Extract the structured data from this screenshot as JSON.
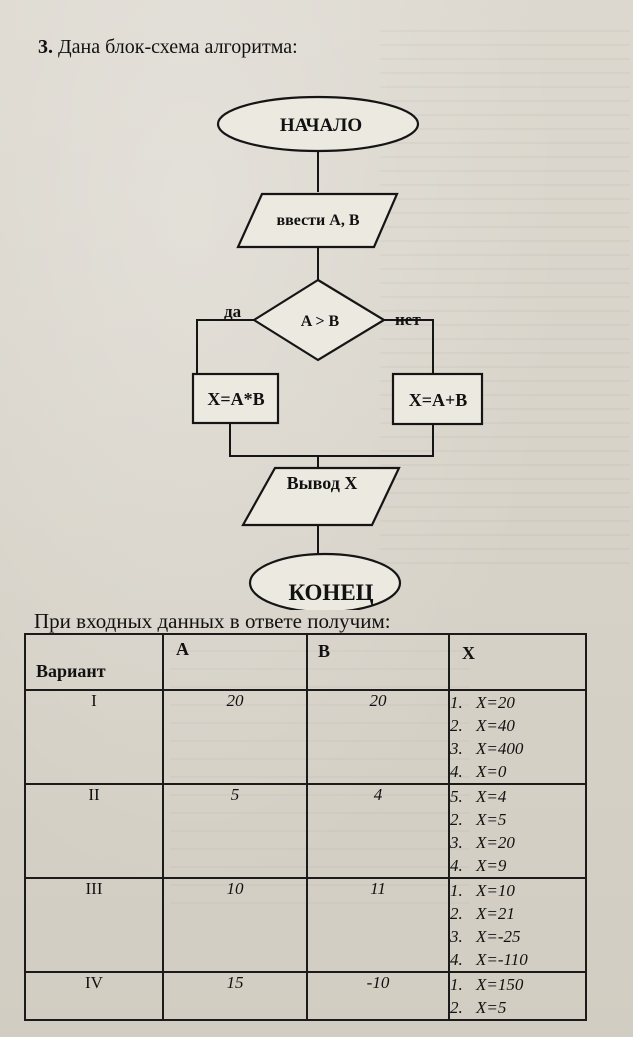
{
  "task": {
    "number": "3.",
    "text": "Дана блок-схема алгоритма:"
  },
  "flowchart": {
    "start": "НАЧАЛО",
    "input": "ввести А, В",
    "condition": "A > B",
    "yes": "да",
    "no": "нет",
    "left_process": "X=A*B",
    "right_process": "X=A+B",
    "output": "Вывод X",
    "end": "КОНЕЦ"
  },
  "caption": "При входных данных в ответе получим:",
  "table": {
    "headers": {
      "variant": "Вариант",
      "a": "A",
      "b": "B",
      "x": "X"
    },
    "rows": [
      {
        "variant": "I",
        "a": "20",
        "b": "20",
        "options": [
          {
            "n": "1.",
            "text": "X=20"
          },
          {
            "n": "2.",
            "text": "X=40"
          },
          {
            "n": "3.",
            "text": "X=400"
          },
          {
            "n": "4.",
            "text": "X=0"
          }
        ]
      },
      {
        "variant": "II",
        "a": "5",
        "b": "4",
        "options": [
          {
            "n": "5.",
            "text": "X=4"
          },
          {
            "n": "2.",
            "text": "X=5"
          },
          {
            "n": "3.",
            "text": "X=20"
          },
          {
            "n": "4.",
            "text": "X=9"
          }
        ]
      },
      {
        "variant": "III",
        "a": "10",
        "b": "11",
        "options": [
          {
            "n": "1.",
            "text": "X=10"
          },
          {
            "n": "2.",
            "text": "X=21"
          },
          {
            "n": "3.",
            "text": "X=-25"
          },
          {
            "n": "4.",
            "text": "X=-110"
          }
        ]
      },
      {
        "variant": "IV",
        "a": "15",
        "b": "-10",
        "options": [
          {
            "n": "1.",
            "text": "X=150"
          },
          {
            "n": "2.",
            "text": "X=5"
          }
        ]
      }
    ]
  }
}
